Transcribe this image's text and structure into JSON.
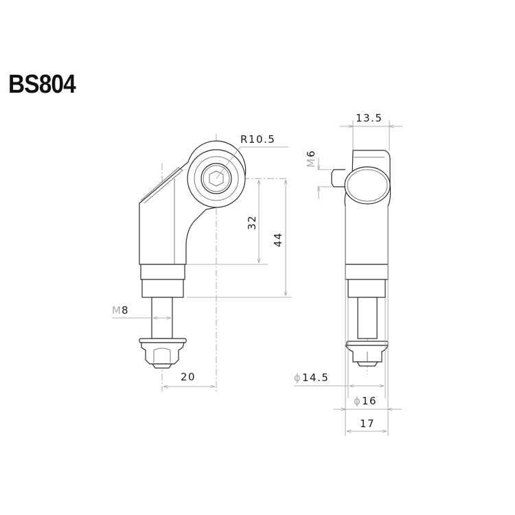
{
  "title": "BS804",
  "front_view": {
    "radius_label": "R10.5",
    "height_inner_label": "32",
    "height_total_label": "44",
    "thread_label_prefix": "M",
    "thread_label_value": "8",
    "offset_label": "20"
  },
  "side_view": {
    "width_top_label": "13.5",
    "thread_side_prefix": "M",
    "thread_side_value": "6",
    "diameter_1_symbol": "ϕ",
    "diameter_1_value": "14.5",
    "diameter_2_symbol": "ϕ",
    "diameter_2_value": "16",
    "width_bottom_label": "17"
  },
  "colors": {
    "line": "#2a2a2a",
    "dimension": "#9a9a9a",
    "text": "#1a1a1a"
  }
}
